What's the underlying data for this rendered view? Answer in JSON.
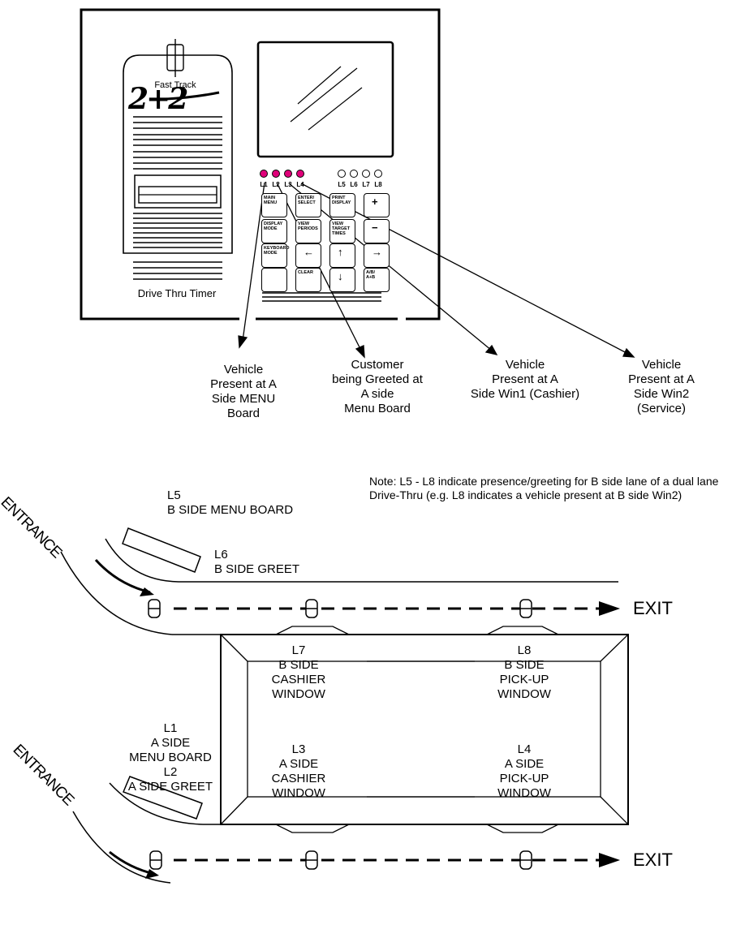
{
  "device": {
    "brand_small": "Fast Track",
    "brand_logo": "2+2",
    "caption": "Drive Thru Timer",
    "leds_lit": [
      "L1",
      "L2",
      "L3",
      "L4"
    ],
    "leds_unlit": [
      "L5",
      "L6",
      "L7",
      "L8"
    ],
    "led_lit_color": "#e0007a",
    "keys": [
      {
        "label": "MAIN MENU"
      },
      {
        "label": "ENTER/ SELECT"
      },
      {
        "label": "PRINT DISPLAY"
      },
      {
        "label": "+"
      },
      {
        "label": "DISPLAY MODE"
      },
      {
        "label": "VIEW PERIODS"
      },
      {
        "label": "VIEW TARGET TIMES"
      },
      {
        "label": "−"
      },
      {
        "label": "KEYBOARD MODE"
      },
      {
        "label": "←"
      },
      {
        "label": "↑"
      },
      {
        "label": "→"
      },
      {
        "label": ""
      },
      {
        "label": "CLEAR"
      },
      {
        "label": "↓"
      },
      {
        "label": "A/B/ A+B"
      }
    ]
  },
  "callouts": [
    {
      "text": "Vehicle\nPresent at A\nSide MENU\nBoard"
    },
    {
      "text": "Customer\nbeing Greeted at\nA side\nMenu Board"
    },
    {
      "text": "Vehicle\nPresent at A\nSide Win1 (Cashier)"
    },
    {
      "text": "Vehicle\nPresent at A\nSide Win2\n(Service)"
    }
  ],
  "note": "Note: L5 - L8 indicate presence/greeting for B side lane of a dual lane Drive-Thru (e.g. L8 indicates a vehicle present at B side Win2)",
  "layout": {
    "entrance_top": "ENTRANCE",
    "entrance_bottom": "ENTRANCE",
    "exit_top": "EXIT",
    "exit_bottom": "EXIT",
    "l5": "L5\nB SIDE MENU BOARD",
    "l6": "L6\nB SIDE GREET",
    "l7": "L7\nB SIDE\nCASHIER\nWINDOW",
    "l8": "L8\nB SIDE\nPICK-UP\nWINDOW",
    "l1l2": "L1\nA SIDE\nMENU BOARD\nL2\nA SIDE GREET",
    "l3": "L3\nA SIDE\nCASHIER\nWINDOW",
    "l4": "L4\nA SIDE\nPICK-UP\nWINDOW"
  }
}
